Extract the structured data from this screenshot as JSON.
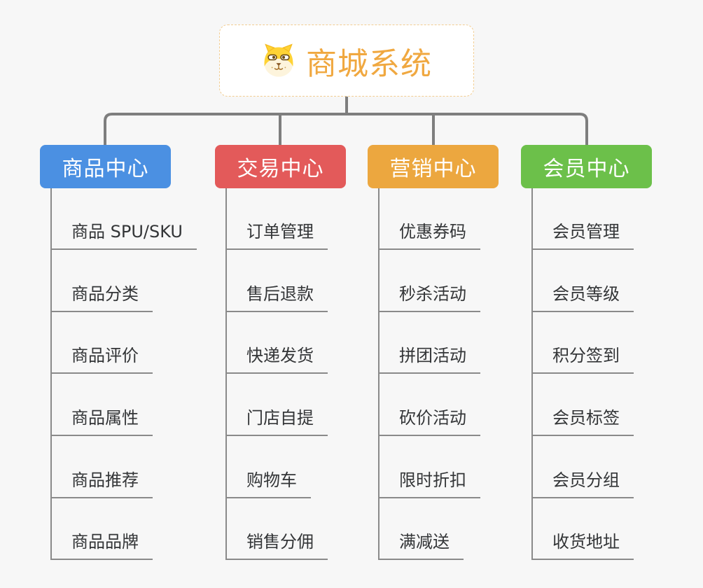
{
  "page": {
    "background": "#f7f7f7",
    "connector_color": "#7e7e7e",
    "line_color": "#8a8a8a",
    "subtopic_text_color": "#333537"
  },
  "root": {
    "title": "商城系统",
    "title_color": "#f0a840",
    "border_color": "#f2cd92",
    "icon": "dog-logo-icon"
  },
  "branches": [
    {
      "label": "商品中心",
      "color": "#4b90e2",
      "items": [
        "商品 SPU/SKU",
        "商品分类",
        "商品评价",
        "商品属性",
        "商品推荐",
        "商品品牌"
      ]
    },
    {
      "label": "交易中心",
      "color": "#e35a5a",
      "items": [
        "订单管理",
        "售后退款",
        "快递发货",
        "门店自提",
        "购物车",
        "销售分佣"
      ]
    },
    {
      "label": "营销中心",
      "color": "#eca73f",
      "items": [
        "优惠券码",
        "秒杀活动",
        "拼团活动",
        "砍价活动",
        "限时折扣",
        "满减送"
      ]
    },
    {
      "label": "会员中心",
      "color": "#6cc04a",
      "items": [
        "会员管理",
        "会员等级",
        "积分签到",
        "会员标签",
        "会员分组",
        "收货地址"
      ]
    }
  ]
}
